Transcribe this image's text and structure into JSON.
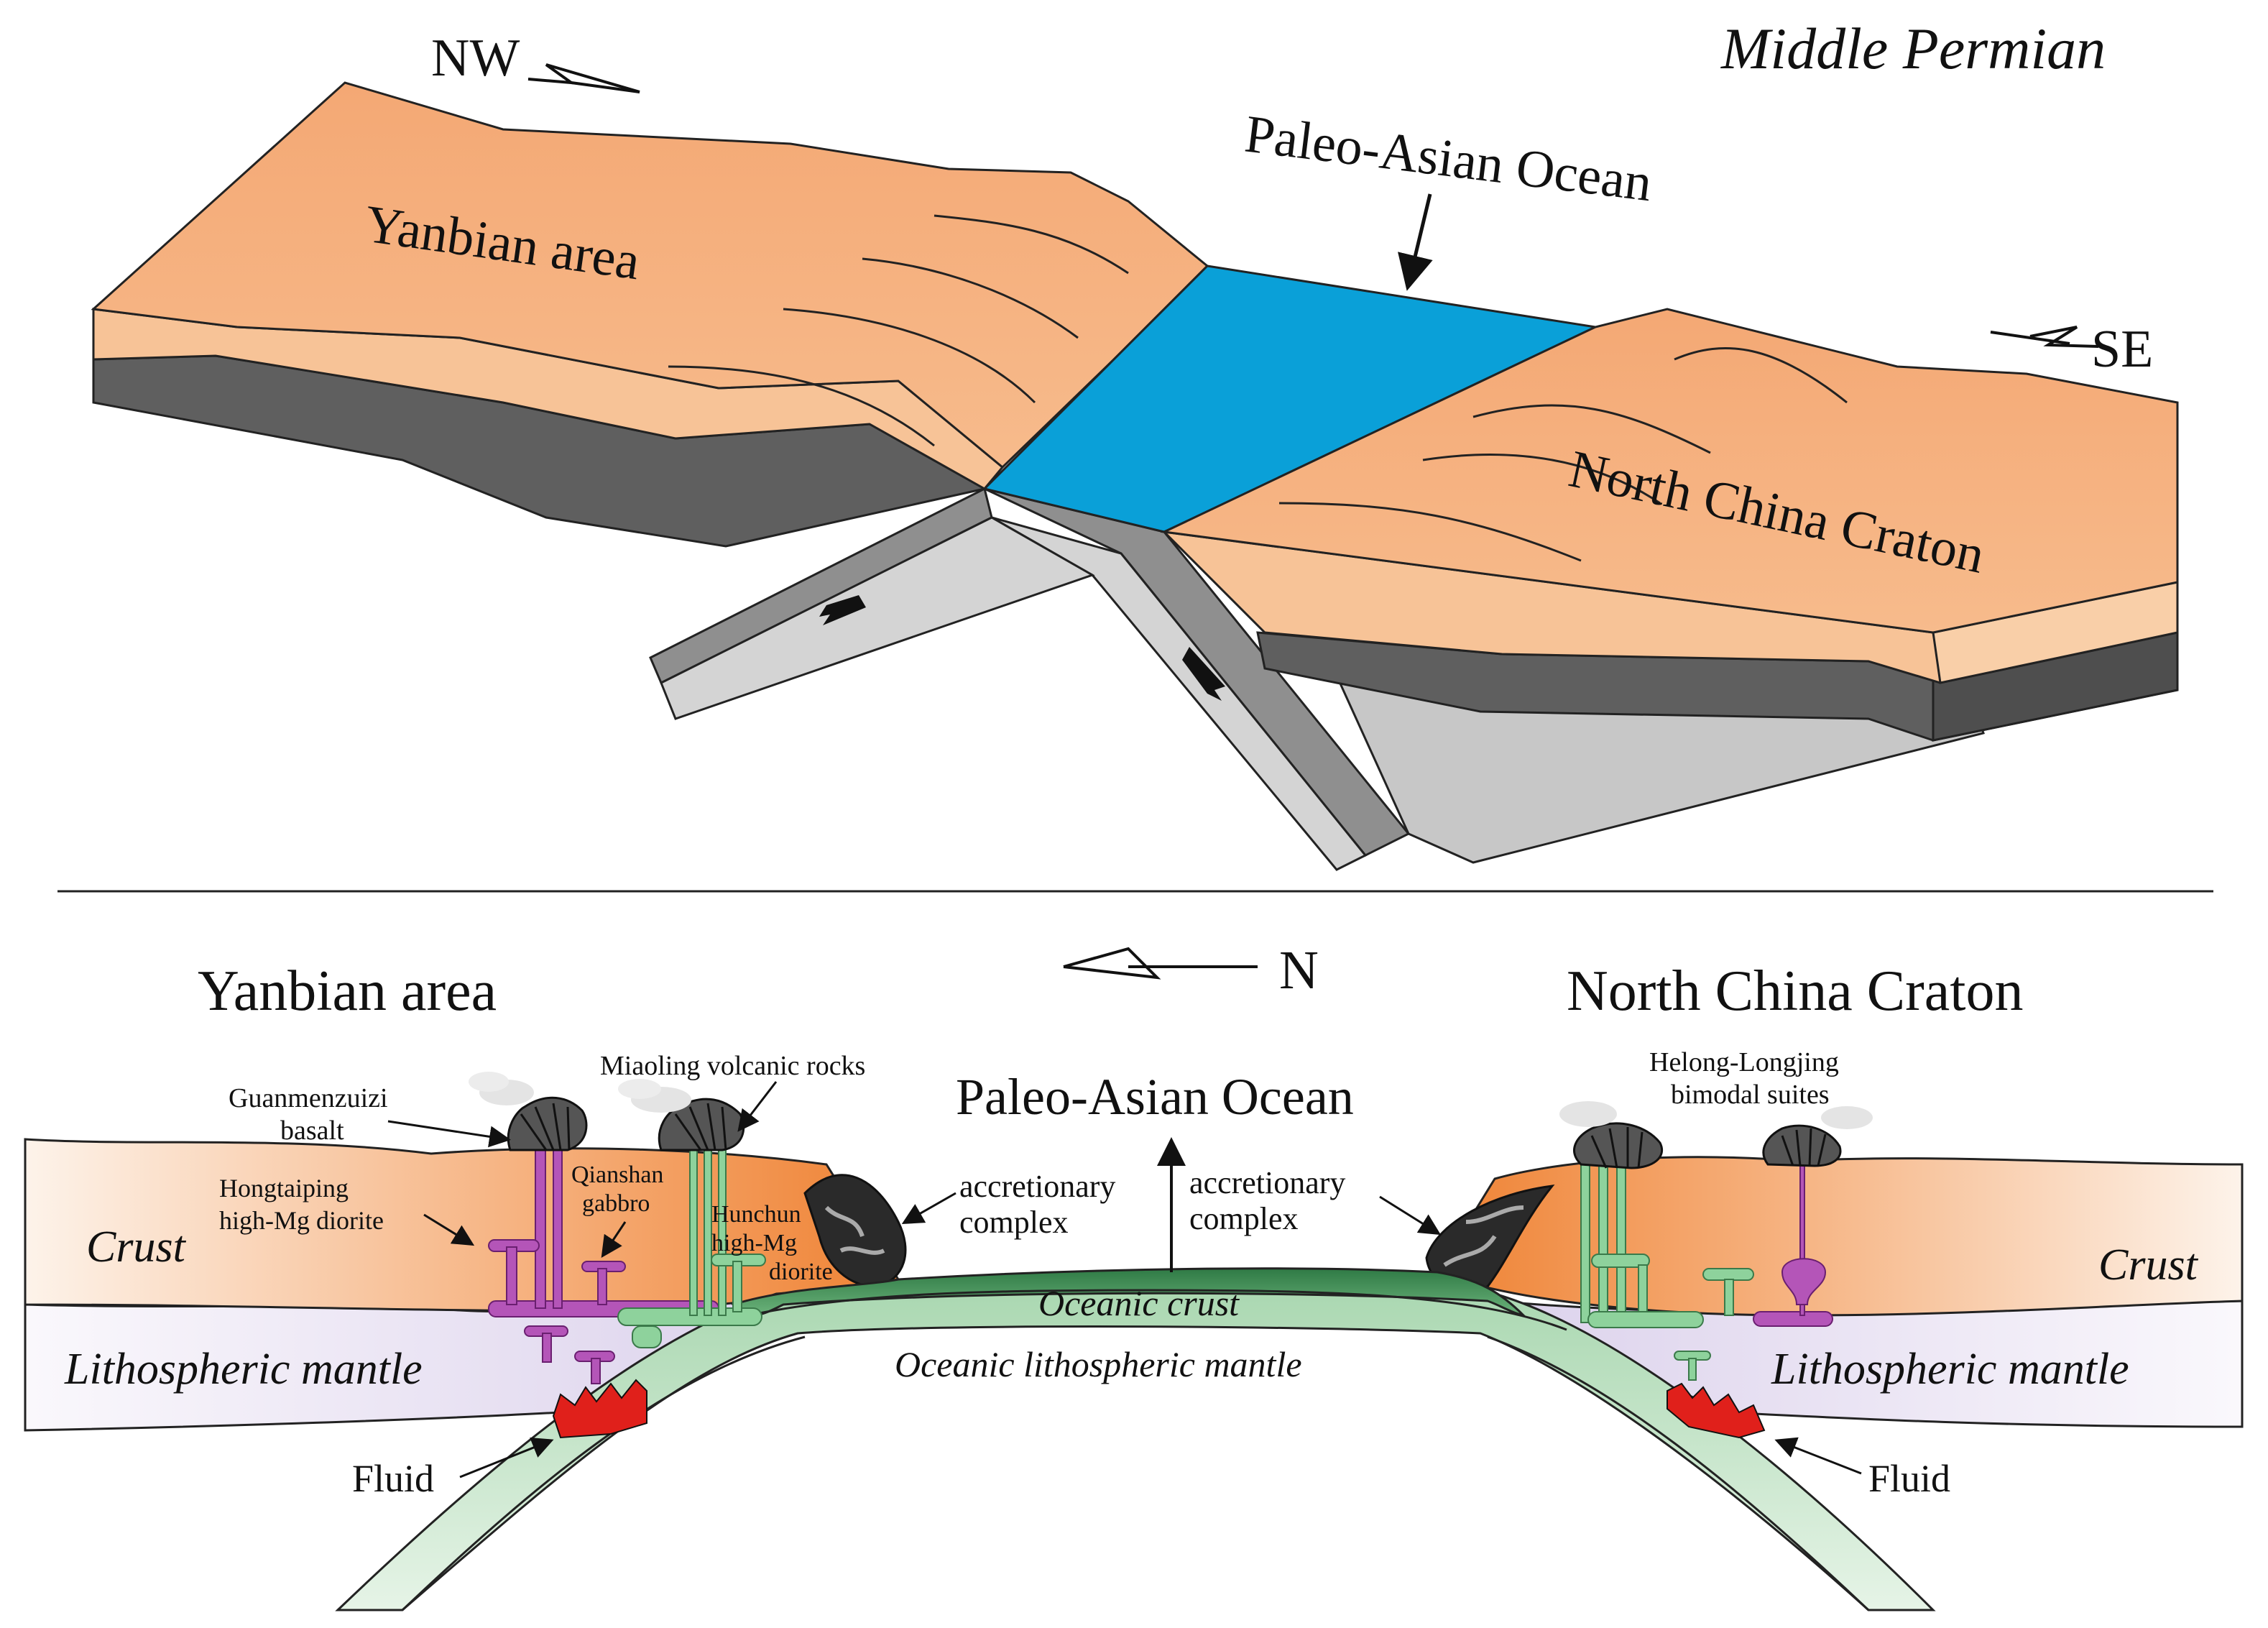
{
  "top": {
    "period": "Middle Permian",
    "compass_left": "NW",
    "compass_right": "SE",
    "region_left": "Yanbian area",
    "ocean": "Paleo-Asian Ocean",
    "region_right": "North China Craton"
  },
  "bottom": {
    "compass": "N",
    "region_left": "Yanbian area",
    "region_right": "North China Craton",
    "ocean": "Paleo-Asian Ocean",
    "guanmenzuizi_line1": "Guanmenzuizi",
    "guanmenzuizi_line2": "basalt",
    "miaoling": "Miaoling volcanic rocks",
    "hongtaiping_line1": "Hongtaiping",
    "hongtaiping_line2": "high-Mg diorite",
    "qianshan_line1": "Qianshan",
    "qianshan_line2": "gabbro",
    "hunchun_line1": "Hunchun",
    "hunchun_line2": "high-Mg",
    "hunchun_line3": "diorite",
    "accretionary_left_line1": "accretionary",
    "accretionary_left_line2": "complex",
    "accretionary_right_line1": "accretionary",
    "accretionary_right_line2": "complex",
    "helong_line1": "Helong-Longjing",
    "helong_line2": "bimodal suites",
    "crust_left": "Crust",
    "crust_right": "Crust",
    "mantle_left": "Lithospheric mantle",
    "mantle_right": "Lithospheric mantle",
    "oceanic_crust": "Oceanic crust",
    "oceanic_mantle": "Oceanic lithospheric mantle",
    "fluid_left": "Fluid",
    "fluid_right": "Fluid"
  },
  "colors": {
    "continent_top": "#f5b27f",
    "continent_side": "#f7c9a0",
    "lithosphere_dark": "#5e5e5e",
    "ocean_blue": "#0b9fd6",
    "slab_mid": "#9a9a9a",
    "slab_light": "#d8d8d8",
    "crust_orange": "#f08a3a",
    "mantle_lavender": "#e3dcef",
    "oceanic_green": "#3e8b52",
    "oceanic_mantle_green": "#bfe0c3",
    "magma_magenta": "#b455b8",
    "magma_green": "#8ed29c",
    "fluid_red": "#e0201b"
  }
}
